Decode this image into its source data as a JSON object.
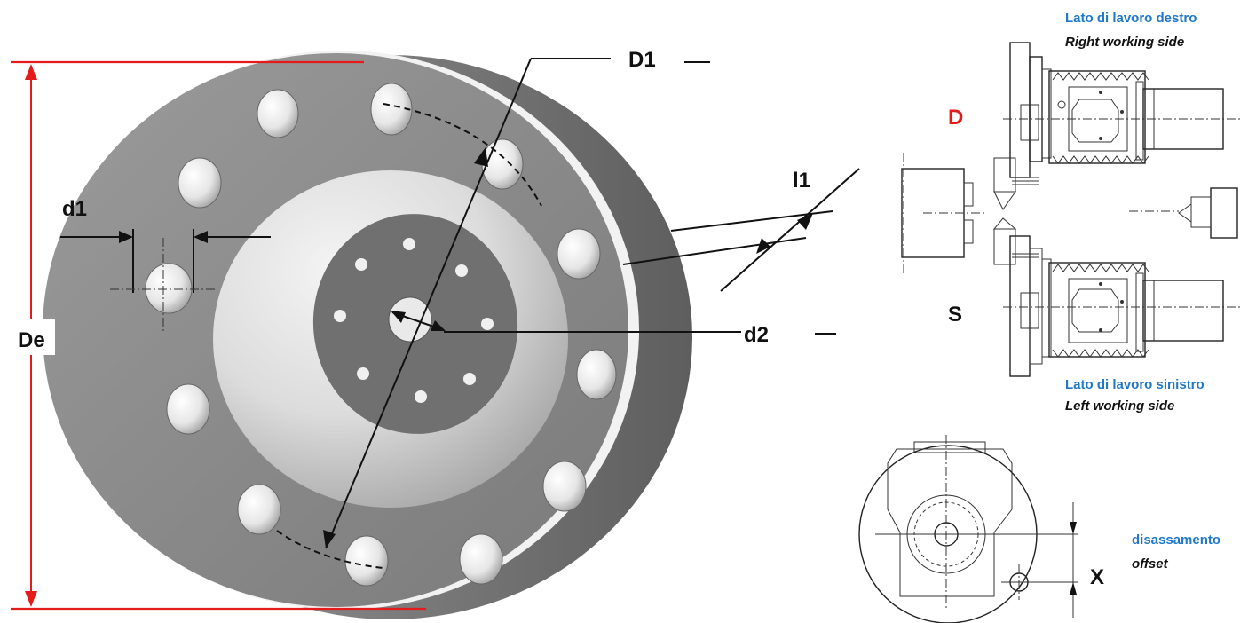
{
  "colors": {
    "red": "#e31b1b",
    "blue": "#1f78c8",
    "ink": "#111111"
  },
  "labels": {
    "D1": "D1",
    "De": "De",
    "d1": "d1",
    "d2": "d2",
    "l1": "l1",
    "D": "D",
    "S": "S",
    "X": "X"
  },
  "sides": {
    "right_it": "Lato di lavoro destro",
    "right_en": "Right working side",
    "left_it": "Lato di lavoro sinistro",
    "left_en": "Left working side"
  },
  "offset": {
    "it": "disassamento",
    "en": "offset"
  }
}
